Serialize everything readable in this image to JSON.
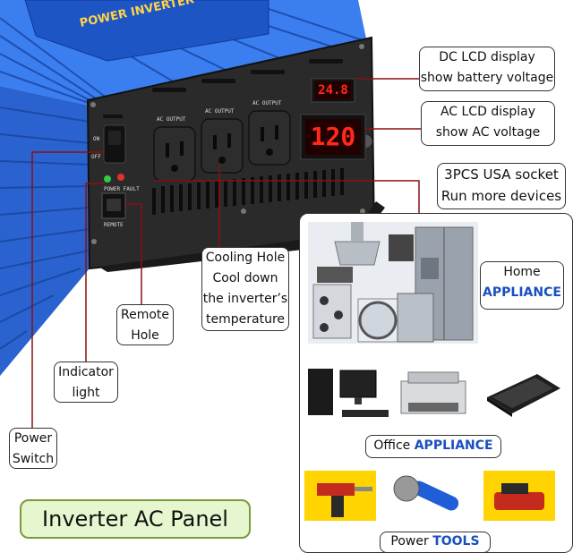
{
  "callouts": {
    "dc_lcd": {
      "line1": "DC LCD display",
      "line2": "show battery voltage"
    },
    "ac_lcd": {
      "line1": "AC LCD display",
      "line2": "show AC voltage"
    },
    "usa_socket": {
      "line1": "3PCS USA socket",
      "line2": "Run more devices"
    },
    "cooling_hole": {
      "line1": "Cooling Hole",
      "line2": "Cool down",
      "line3": "the inverter’s",
      "line4": "temperature"
    },
    "remote_hole": {
      "line1": "Remote",
      "line2": "Hole"
    },
    "indicator_light": {
      "line1": "Indicator",
      "line2": "light"
    },
    "power_switch": {
      "line1": "Power",
      "line2": "Switch"
    }
  },
  "panel_title": "Inverter AC Panel",
  "appliances": {
    "home": {
      "line1": "Home",
      "line2": "APPLIANCE"
    },
    "office": {
      "prefix": "Office",
      "emphasis": "APPLIANCE"
    },
    "tools": {
      "prefix": "Power",
      "emphasis": "TOOLS"
    }
  },
  "device": {
    "dc_reading": "24.8",
    "ac_reading": "120",
    "outlet_label": "AC OUTPUT",
    "switch_on": "ON",
    "switch_off": "OFF",
    "remote_label": "REMOTE",
    "indicator_label": "POWER FAULT",
    "nameplate": "POWER INVERTER"
  },
  "colors": {
    "body_blue": "#2f6fe0",
    "accent_text": "#1a4fbf",
    "lcd_red": "#ff2a1a",
    "title_bg": "#e6f7cf"
  }
}
